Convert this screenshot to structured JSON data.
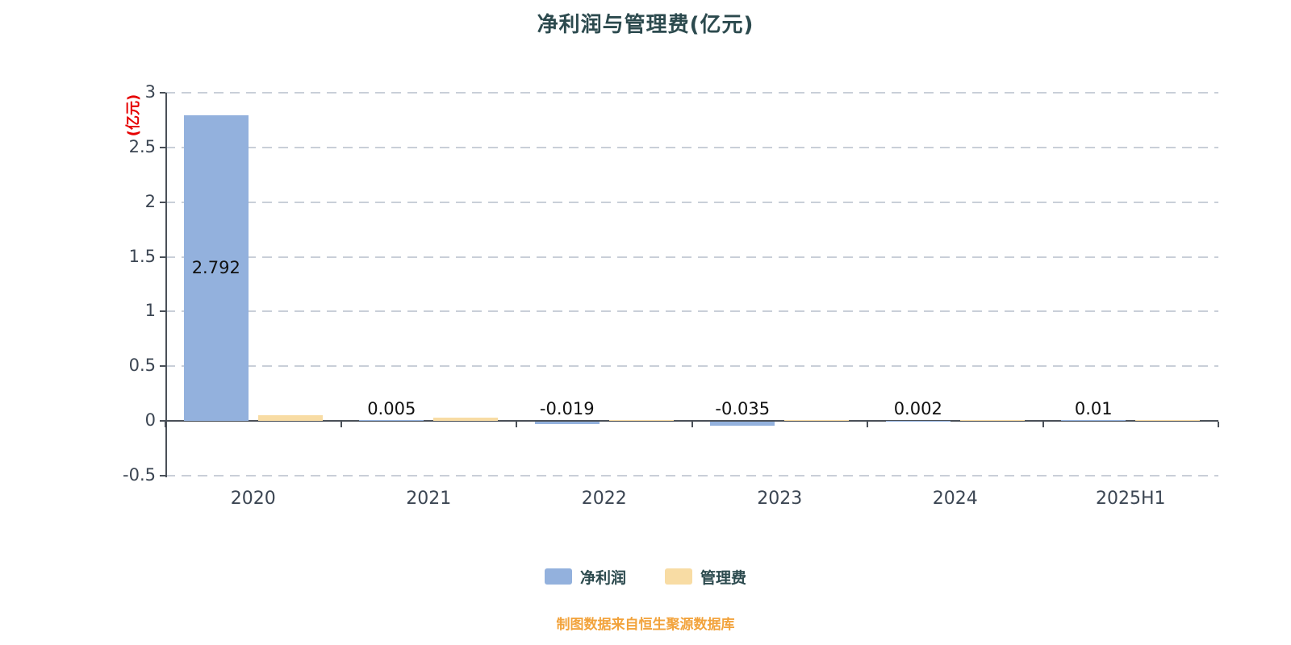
{
  "title": "净利润与管理费(亿元)",
  "footer": "制图数据来自恒生聚源数据库",
  "colors": {
    "net_profit": "#93b1dd",
    "mgmt_fee": "#f8dca4",
    "title": "#2c4a4e",
    "y_axis_name_red": "#e60000",
    "axis_line": "#4a5058",
    "axis_text": "#3c4653",
    "grid": "#c9cfd8",
    "data_label": "#111111",
    "footer": "#f2a33c"
  },
  "chart_data": {
    "type": "bar",
    "title": "净利润与管理费(亿元)",
    "categories": [
      "2020",
      "2021",
      "2022",
      "2023",
      "2024",
      "2025H1"
    ],
    "series": [
      {
        "name": "净利润",
        "color_key": "net_profit",
        "values": [
          2.792,
          0.005,
          -0.019,
          -0.035,
          0.002,
          0.01
        ]
      },
      {
        "name": "管理费",
        "color_key": "mgmt_fee",
        "values": [
          0.055,
          0.03,
          0.012,
          0.01,
          0.008,
          0.008
        ]
      }
    ],
    "data_labels": [
      "2.792",
      "0.005",
      "-0.019",
      "-0.035",
      "0.002",
      "0.01"
    ],
    "xlabel": "",
    "ylabel": "(亿元)",
    "ylim": [
      -0.5,
      3
    ],
    "yticks": [
      3,
      2.5,
      2,
      1.5,
      1,
      0.5,
      0,
      -0.5
    ],
    "grid": "horizontal-dashed",
    "legend_position": "bottom"
  }
}
